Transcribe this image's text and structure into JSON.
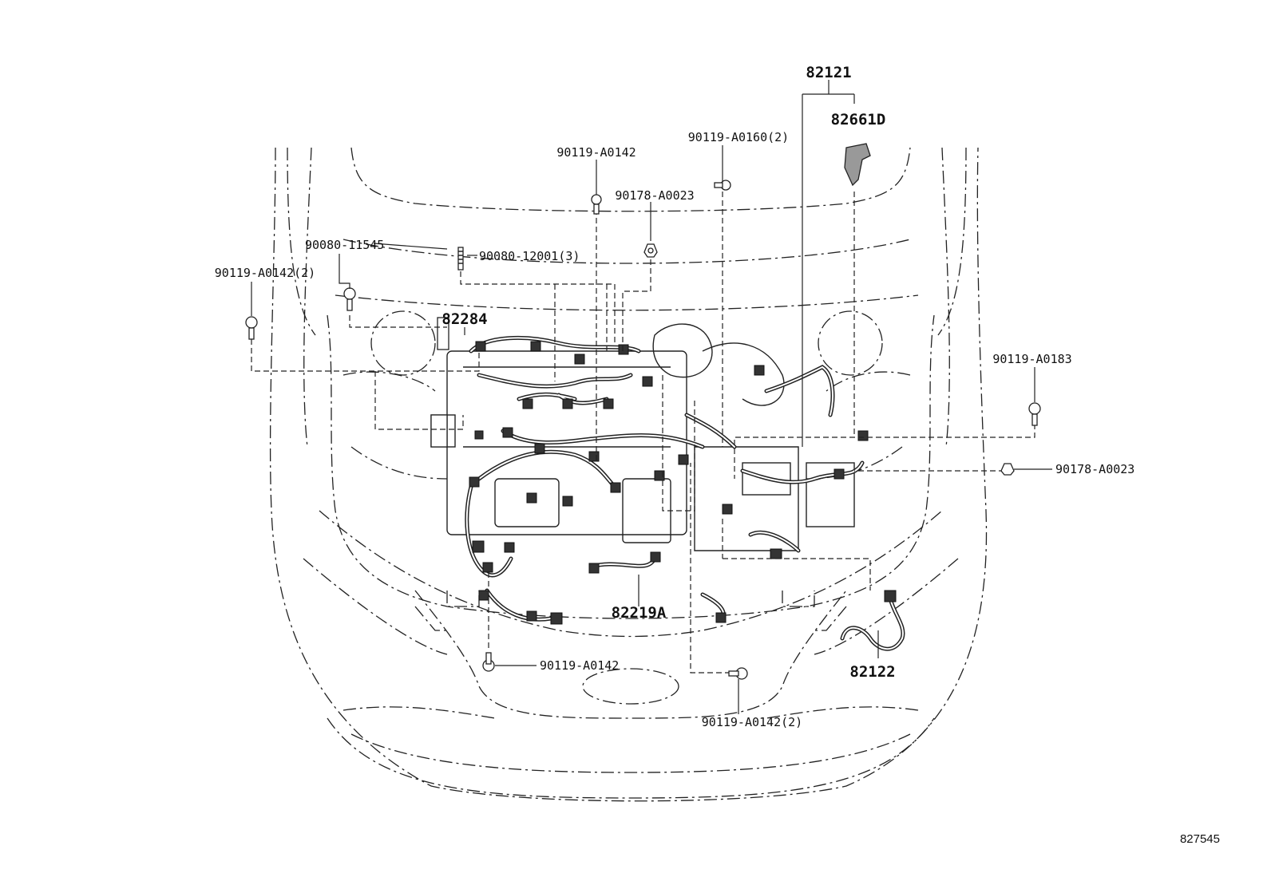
{
  "diagram": {
    "figure_number": "827545",
    "callouts": {
      "c82121": "82121",
      "c82661D": "82661D",
      "c82284": "82284",
      "c82219A": "82219A",
      "c82122": "82122",
      "c90119_A0142_top": "90119-A0142",
      "c90178_A0023_top": "90178-A0023",
      "c90119_A0160": "90119-A0160(2)",
      "c90080_11545": "90080-11545",
      "c90080_12001": "90080-12001(3)",
      "c90119_A0142_2_left": "90119-A0142(2)",
      "c90119_A0183": "90119-A0183",
      "c90178_A0023_right": "90178-A0023",
      "c90119_A0142_bottom": "90119-A0142",
      "c90119_A0142_2_bottom": "90119-A0142(2)"
    },
    "icons": {
      "bolt": "bolt-icon",
      "nut": "nut-icon",
      "stud": "stud-icon",
      "clip": "clip-icon"
    }
  }
}
